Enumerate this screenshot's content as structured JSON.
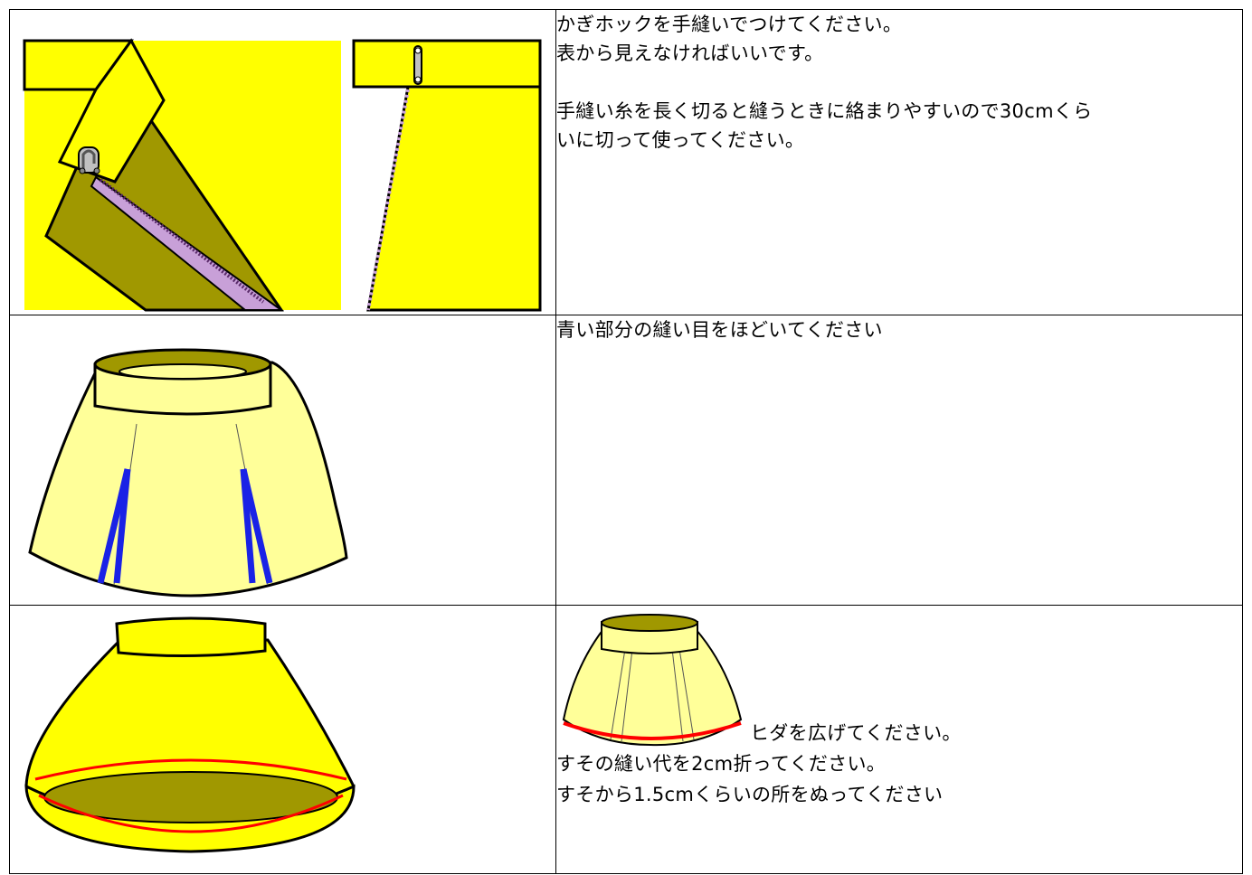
{
  "steps": [
    {
      "text": [
        "かぎホックを手縫いでつけてください。",
        "表から見えなければいいです。",
        "手縫い糸を長く切ると縫うときに絡まりやすいので30cmくら",
        "いに切って使ってください。"
      ],
      "illustration": "hook-and-eye-sewing"
    },
    {
      "text": [
        "青い部分の縫い目をほどいてください"
      ],
      "illustration": "skirt-front-blue-seams",
      "highlight_color": "#1a22e6"
    },
    {
      "text": [
        "ヒダを広げてください。",
        "すその縫い代を2cm折ってください。",
        "すそから1.5cmくらいの所をぬってください"
      ],
      "illustration": "skirt-hem-red-stitch",
      "highlight_color": "#ff0000"
    }
  ],
  "colors": {
    "fabric": "#ffff00",
    "fabric_light": "#ffff99",
    "fabric_dark": "#a09800",
    "zipper": "#c8a0d8"
  }
}
